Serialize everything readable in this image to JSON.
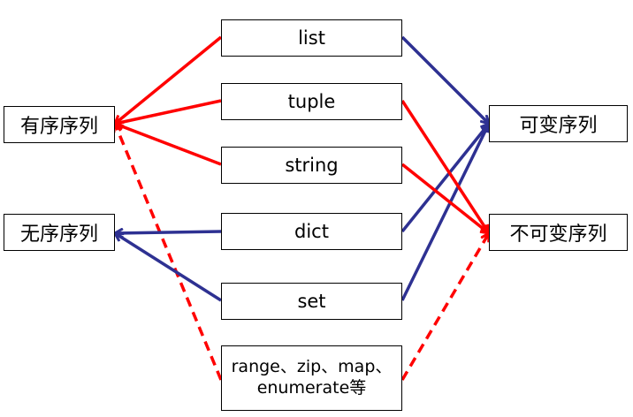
{
  "diagram": {
    "left_nodes": {
      "ordered": "有序序列",
      "unordered": "无序序列"
    },
    "center_nodes": {
      "list": "list",
      "tuple": "tuple",
      "string": "string",
      "dict": "dict",
      "set": "set",
      "others_line1": "range、zip、map、",
      "others_line2": "enumerate等"
    },
    "right_nodes": {
      "mutable": "可变序列",
      "immutable": "不可变序列"
    },
    "colors": {
      "red": "#ff0000",
      "blue": "#2e3192"
    },
    "edges": [
      {
        "from": "list",
        "to": "有序序列",
        "color": "red",
        "style": "solid"
      },
      {
        "from": "tuple",
        "to": "有序序列",
        "color": "red",
        "style": "solid"
      },
      {
        "from": "string",
        "to": "有序序列",
        "color": "red",
        "style": "solid"
      },
      {
        "from": "range、zip、map、enumerate等",
        "to": "有序序列",
        "color": "red",
        "style": "dashed"
      },
      {
        "from": "dict",
        "to": "无序序列",
        "color": "blue",
        "style": "solid"
      },
      {
        "from": "set",
        "to": "无序序列",
        "color": "blue",
        "style": "solid"
      },
      {
        "from": "list",
        "to": "可变序列",
        "color": "blue",
        "style": "solid"
      },
      {
        "from": "dict",
        "to": "可变序列",
        "color": "blue",
        "style": "solid"
      },
      {
        "from": "set",
        "to": "可变序列",
        "color": "blue",
        "style": "solid"
      },
      {
        "from": "tuple",
        "to": "不可变序列",
        "color": "red",
        "style": "solid"
      },
      {
        "from": "string",
        "to": "不可变序列",
        "color": "red",
        "style": "solid"
      },
      {
        "from": "range、zip、map、enumerate等",
        "to": "不可变序列",
        "color": "red",
        "style": "dashed"
      }
    ]
  }
}
